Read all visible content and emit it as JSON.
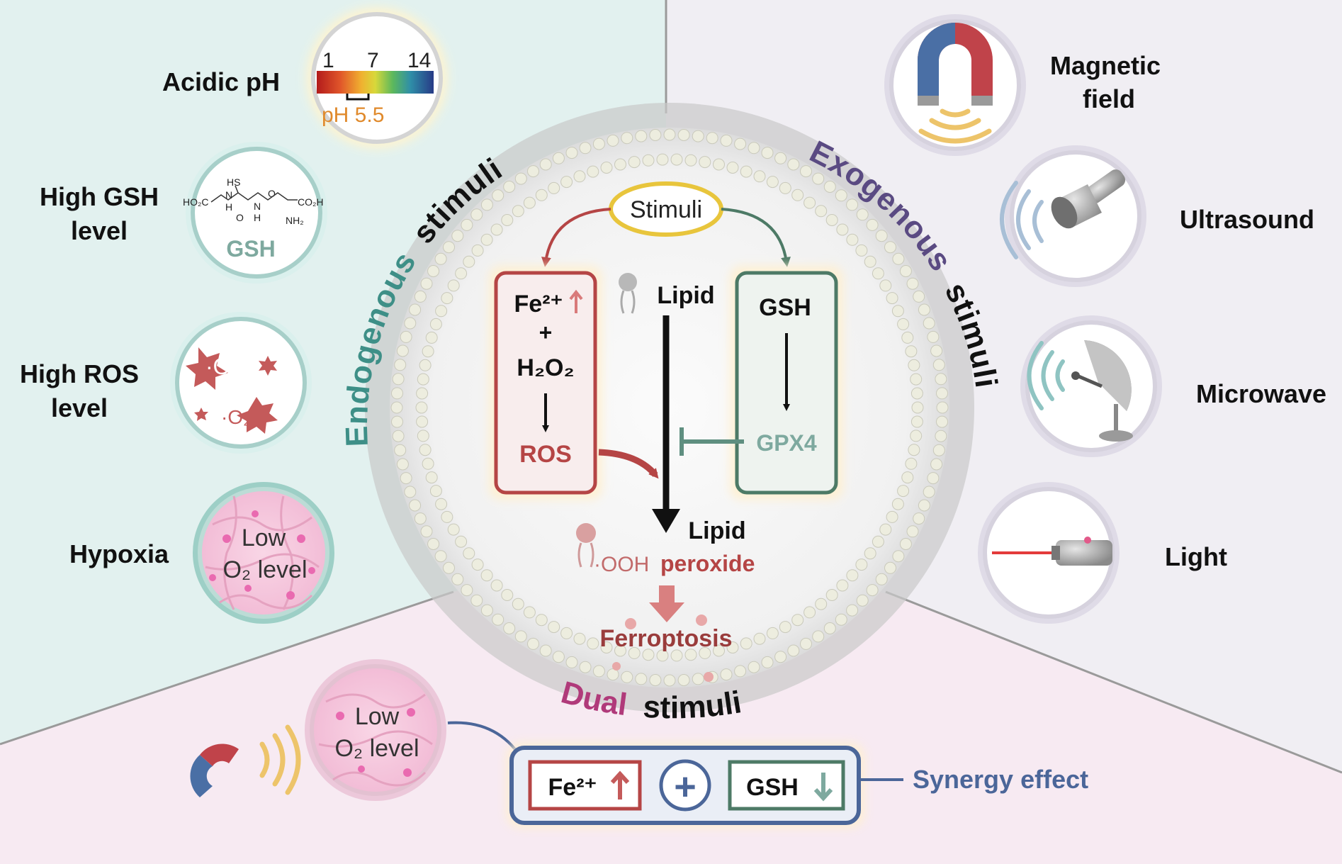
{
  "colors": {
    "endogenous_bg": "#e2f1ef",
    "exogenous_bg": "#f0eef3",
    "dual_bg": "#f7eaf2",
    "red": "#b54545",
    "green": "#4d7a66",
    "purple": "#5a4a82",
    "magenta": "#b03a7a",
    "blue_frame": "#4b6699",
    "synergy": "#4b6699"
  },
  "endogenous": {
    "arc_label_colored": "Endogenous",
    "arc_label_black": "stimuli",
    "items": [
      {
        "label_lines": [
          "Acidic pH"
        ],
        "icon": "ph-scale-icon"
      },
      {
        "label_lines": [
          "High GSH",
          "level"
        ],
        "icon": "gsh-molecule-icon"
      },
      {
        "label_lines": [
          "High ROS",
          "level"
        ],
        "icon": "ros-radicals-icon"
      },
      {
        "label_lines": [
          "Hypoxia"
        ],
        "icon": "tissue-cells-icon"
      }
    ],
    "ph": {
      "ticks": [
        "1",
        "7",
        "14"
      ],
      "value_label": "pH 5.5"
    },
    "gsh_icon_label": "GSH",
    "gsh_formula": {
      "hs": "HS",
      "left": "HO₂C",
      "nh1": "N",
      "h1": "H",
      "o1": "O",
      "nh2": "N",
      "h2": "H",
      "o2": "O",
      "right": "CO₂H",
      "nh2_group": "NH₂"
    },
    "ros": {
      "oh": "·OH",
      "o2": "·O₂⁻"
    },
    "hypoxia": {
      "line1": "Low",
      "line2": "O₂ level"
    }
  },
  "exogenous": {
    "arc_label_colored": "Exogenous",
    "arc_label_black": "stimuli",
    "items": [
      {
        "label_lines": [
          "Magnetic",
          "field"
        ],
        "icon": "magnet-icon"
      },
      {
        "label_lines": [
          "Ultrasound"
        ],
        "icon": "ultrasound-probe-icon"
      },
      {
        "label_lines": [
          "Microwave"
        ],
        "icon": "microwave-dish-icon"
      },
      {
        "label_lines": [
          "Light"
        ],
        "icon": "laser-pointer-icon"
      }
    ]
  },
  "center": {
    "stimuli": "Stimuli",
    "left_box": {
      "fe": "Fe²⁺",
      "plus": "+",
      "h2o2": "H₂O₂",
      "ros": "ROS"
    },
    "lipid_top": "Lipid",
    "right_box": {
      "gsh": "GSH",
      "gpx4": "GPX4"
    },
    "lipid_bottom": "Lipid",
    "ooh": "·OOH",
    "peroxide": "peroxide",
    "ferroptosis": "Ferroptosis"
  },
  "dual": {
    "arc_label_colored": "Dual",
    "arc_label_black": "stimuli",
    "hypoxia": {
      "line1": "Low",
      "line2": "O₂ level"
    },
    "fe": "Fe²⁺",
    "plus": "+",
    "gsh": "GSH",
    "synergy": "Synergy effect"
  }
}
